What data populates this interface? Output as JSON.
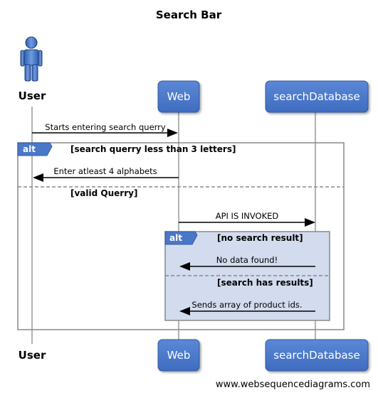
{
  "title": "Search Bar",
  "participants": {
    "user": "User",
    "web": "Web",
    "search_database": "searchDatabase"
  },
  "messages": {
    "m1": "Starts entering search querry",
    "m2": "Enter atleast 4 alphabets",
    "m3": "API IS INVOKED",
    "m4": "No data found!",
    "m5": "Sends array of product ids."
  },
  "fragments": {
    "outer": {
      "operator": "alt",
      "condition_1": "[search querry less than 3 letters]",
      "condition_2": "[valid Querry]"
    },
    "inner": {
      "operator": "alt",
      "condition_1": "[no search result]",
      "condition_2": "[search has results]"
    }
  },
  "watermark": "www.websequencediagrams.com",
  "colors": {
    "participant_box": "#4a78c8",
    "fragment_tag": "#4a78c8",
    "inner_fragment_fill": "#d3dcee",
    "actor_figure": "#3d74c6",
    "lifeline": "#999999"
  }
}
